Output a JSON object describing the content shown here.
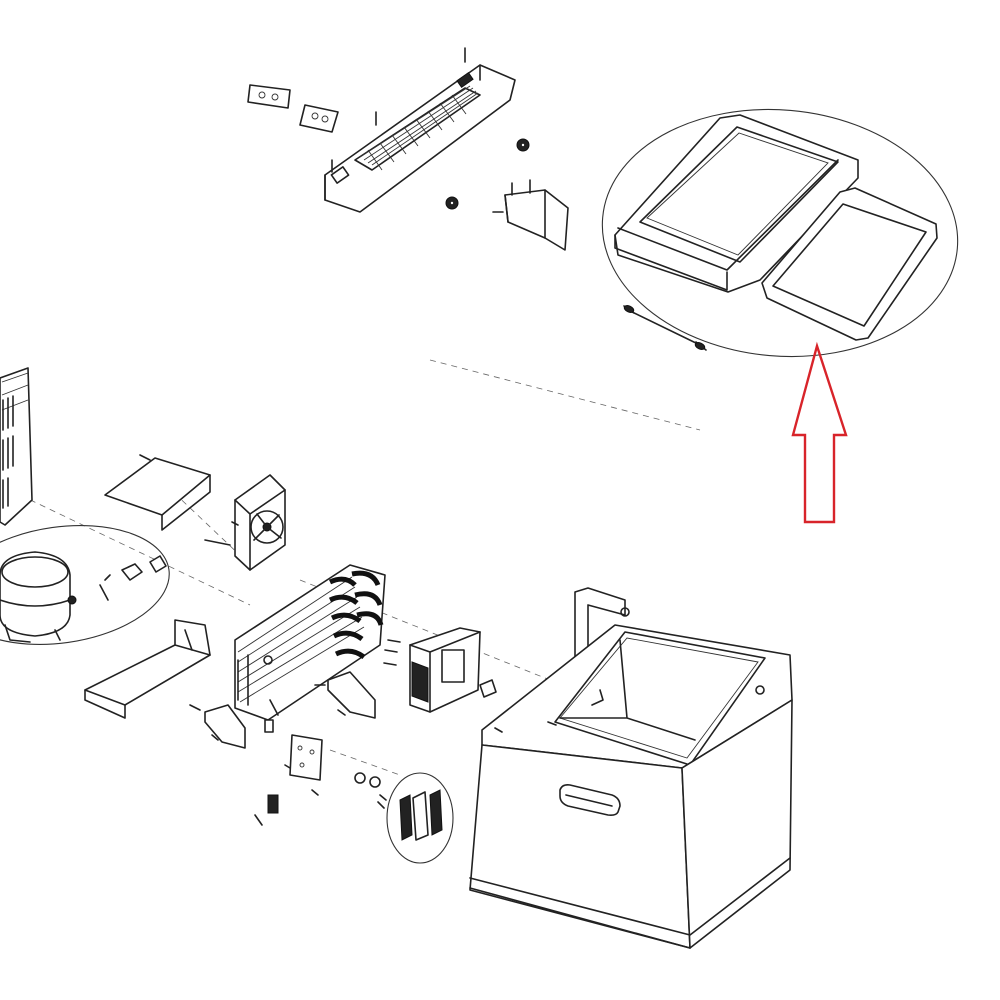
{
  "diagram": {
    "highlight_color": "#d8242a",
    "line_color": "#222222",
    "parts": [
      "lid-panel",
      "lid-gasket",
      "hinge-rod",
      "control-panel-housing",
      "compressor",
      "condenser-coil",
      "fan",
      "cooler-cabinet"
    ]
  }
}
